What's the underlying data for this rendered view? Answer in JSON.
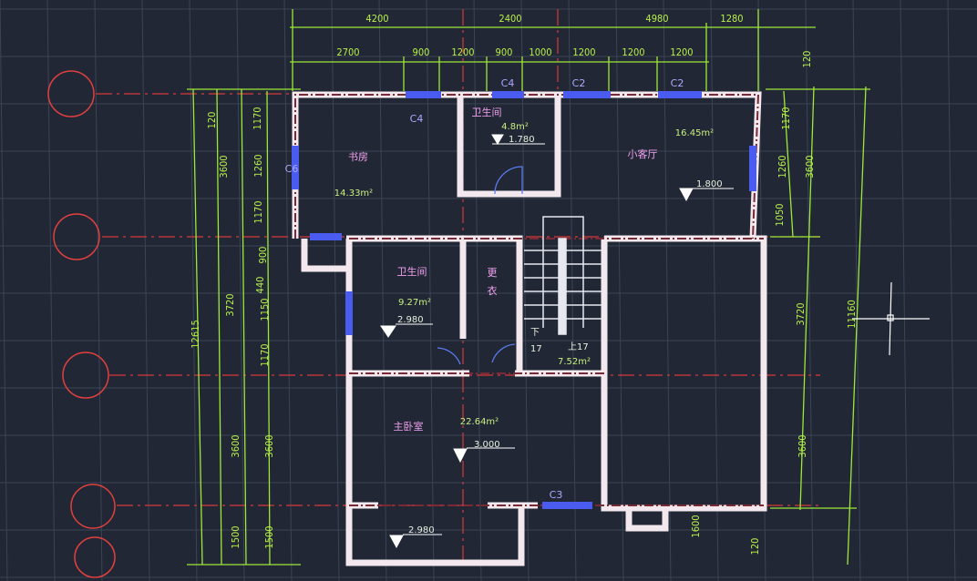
{
  "top_dims_row1": [
    "4200",
    "2400",
    "4980",
    "1280"
  ],
  "top_dims_row2": [
    "2700",
    "900",
    "1200",
    "900",
    "1000",
    "1200",
    "1200",
    "1200"
  ],
  "left_dims": {
    "outer": [
      "12615"
    ],
    "mid": [
      "120",
      "3600",
      "3720",
      "3600",
      "1500"
    ],
    "inner": [
      "1170",
      "1260",
      "1170",
      "900",
      "440",
      "1150",
      "1170",
      "3600",
      "1500"
    ]
  },
  "right_dims": [
    "120",
    "1170",
    "1260",
    "1050",
    "3600",
    "3720",
    "11160",
    "3600",
    "1600",
    "120"
  ],
  "rooms": {
    "study": {
      "name": "书房",
      "area": "14.33m²"
    },
    "bath_top": {
      "name": "卫生间",
      "area": "4.8m²",
      "level": "1.780"
    },
    "small_living": {
      "name": "小客厅",
      "area": "16.45m²",
      "level": "1.800"
    },
    "bath_mid": {
      "name": "卫生间",
      "area": "9.27m²",
      "level": "2.980"
    },
    "dressing": {
      "name1": "更",
      "name2": "衣"
    },
    "stair": {
      "down": "下",
      "down_n": "17",
      "up": "上17",
      "area": "7.52m²"
    },
    "master": {
      "name": "主卧室",
      "area": "22.64m²",
      "level": "3.000"
    },
    "balcony": {
      "level": "2.980"
    }
  },
  "windows": [
    "C4",
    "C2",
    "C2",
    "C4",
    "C6",
    "C3"
  ],
  "colors": {
    "background": "#212734",
    "dimension": "#9ee83a",
    "wall": "#f2e8ee",
    "window": "#4a5cf0",
    "axis": "#d83a3a",
    "room_label": "#f0a0f0"
  }
}
